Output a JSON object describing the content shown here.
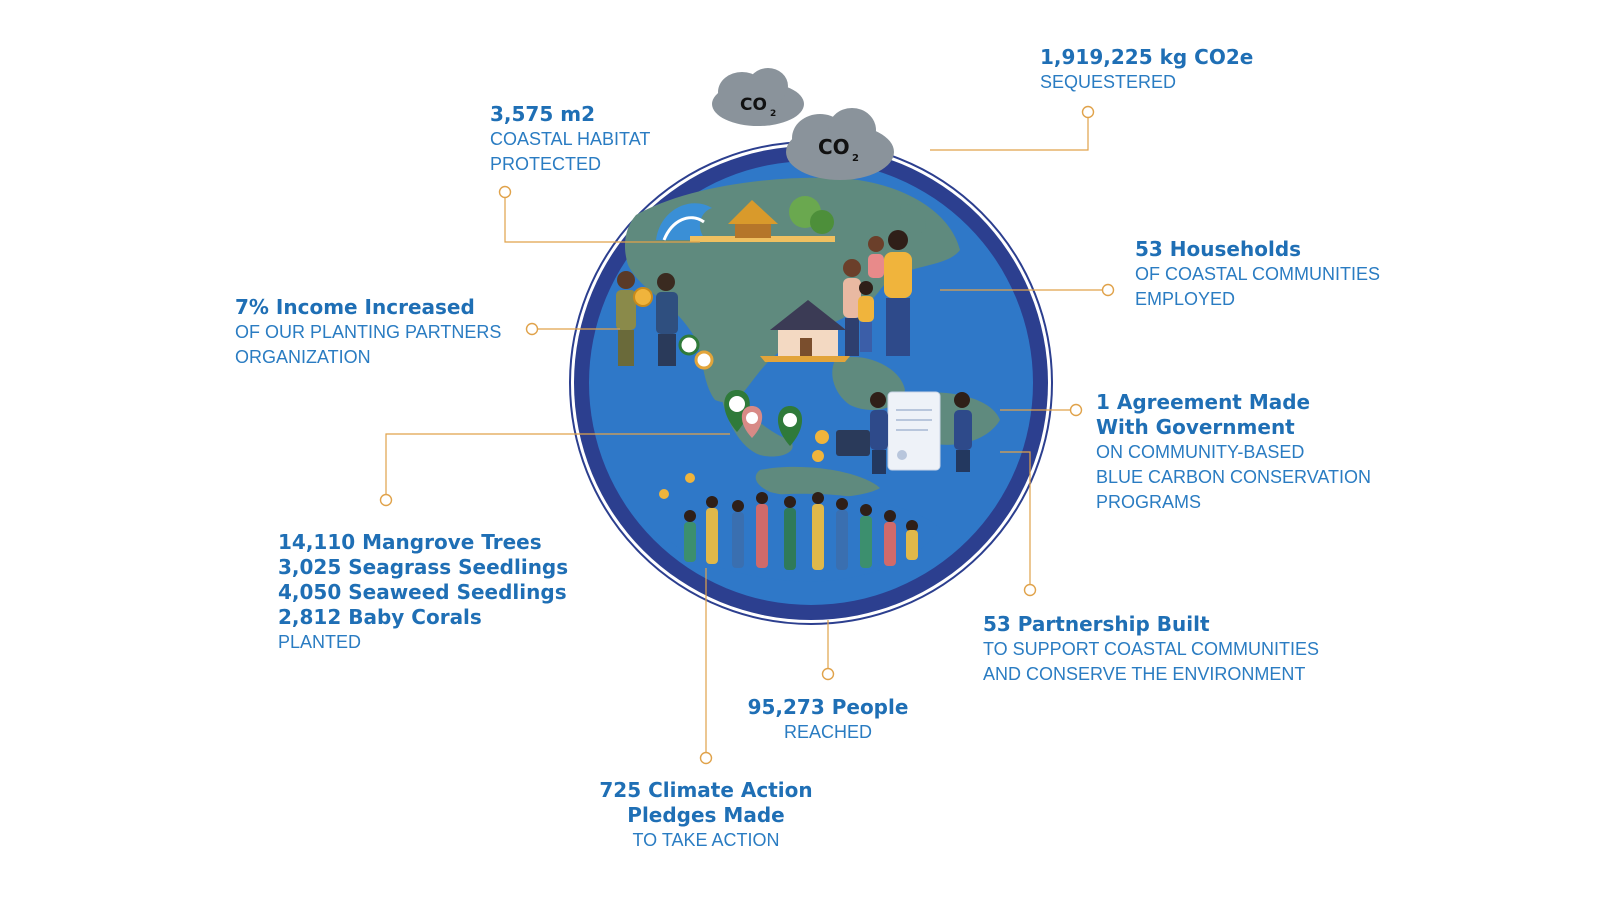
{
  "globe": {
    "cloud_small_label": "CO",
    "cloud_small_sub": "2",
    "cloud_large_label": "CO",
    "cloud_large_sub": "2",
    "colors": {
      "ring_outer": "#2c3f8f",
      "ring_inner": "#1b4f9c",
      "ocean": "#2f78c8",
      "land": "#5f8a7e",
      "connector": "#e0a24a",
      "title": "#1f6fb5"
    }
  },
  "stats": {
    "co2": {
      "title": "1,919,225 kg CO2e",
      "sub": [
        "SEQUESTERED"
      ]
    },
    "habitat": {
      "title": "3,575 m2",
      "sub": [
        "COASTAL HABITAT",
        "PROTECTED"
      ]
    },
    "households": {
      "title": "53 Households",
      "sub": [
        "OF COASTAL COMMUNITIES",
        "EMPLOYED"
      ]
    },
    "income": {
      "title": "7% Income Increased",
      "sub": [
        "OF OUR PLANTING PARTNERS",
        "ORGANIZATION"
      ]
    },
    "agreement": {
      "title": [
        "1 Agreement Made",
        "With Government"
      ],
      "sub": [
        "ON COMMUNITY-BASED",
        "BLUE CARBON CONSERVATION",
        "PROGRAMS"
      ]
    },
    "planted": {
      "title": [
        "14,110 Mangrove Trees",
        "3,025 Seagrass Seedlings",
        "4,050 Seaweed Seedlings",
        "2,812 Baby Corals"
      ],
      "sub": [
        "PLANTED"
      ]
    },
    "partnership": {
      "title": "53 Partnership Built",
      "sub": [
        "TO SUPPORT COASTAL COMMUNITIES",
        "AND CONSERVE THE ENVIRONMENT"
      ]
    },
    "people": {
      "title": "95,273 People",
      "sub": [
        "REACHED"
      ]
    },
    "pledges": {
      "title": [
        "725 Climate Action",
        "Pledges Made"
      ],
      "sub": [
        "TO TAKE ACTION"
      ]
    }
  }
}
